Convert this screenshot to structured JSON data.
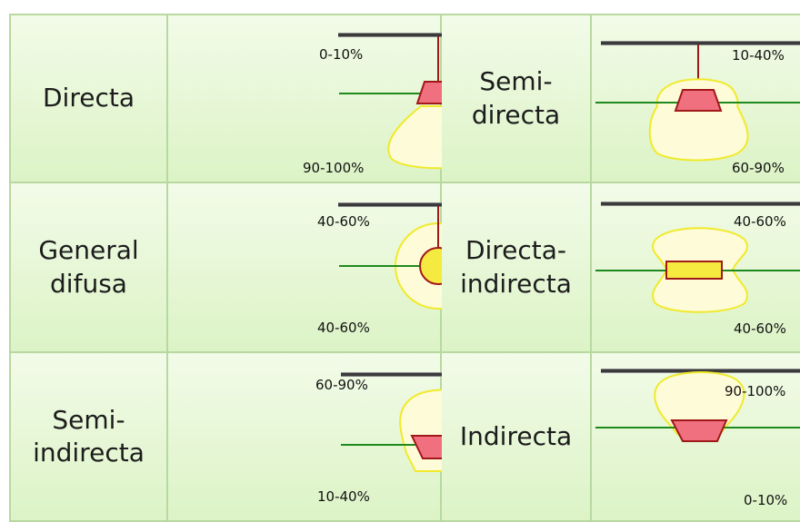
{
  "rows": [
    {
      "left": {
        "label": "Directa",
        "upper": "0-10%",
        "lower": "90-100%"
      },
      "right": {
        "label": "Semi-\ndirecta",
        "upper": "10-40%",
        "lower": "60-90%"
      }
    },
    {
      "left": {
        "label": "General\ndifusa",
        "upper": "40-60%",
        "lower": "40-60%"
      },
      "right": {
        "label": "Directa-\nindirecta",
        "upper": "40-60%",
        "lower": "40-60%"
      }
    },
    {
      "left": {
        "label": "Semi-\nindirecta",
        "upper": "60-90%",
        "lower": "10-40%"
      },
      "right": {
        "label": "Indirecta",
        "upper": "90-100%",
        "lower": "0-10%"
      }
    }
  ],
  "colors": {
    "ceiling": "#3a3a3a",
    "floor_line": "#1e8a1e",
    "light_fill": "#fefbd8",
    "light_stroke": "#f0ea2a",
    "lamp_fill": "#f07080",
    "lamp_stroke": "#a01818",
    "rod": "#a01818"
  }
}
